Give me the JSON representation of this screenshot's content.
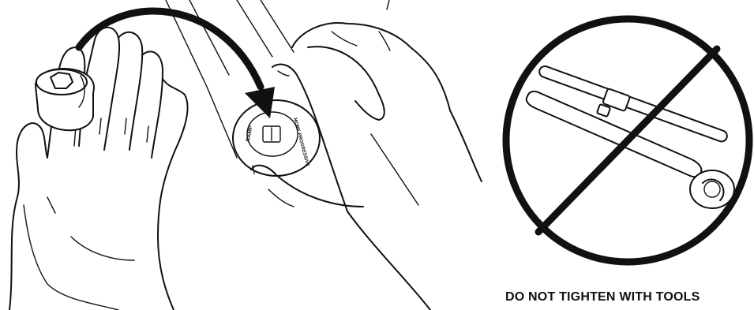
{
  "dial": {
    "ramp_label": "RAMP",
    "progressive_label": "MORE PROGRESSIVE"
  },
  "warning": {
    "caption": "DO NOT TIGHTEN WITH TOOLS"
  },
  "colors": {
    "ink": "#111111",
    "background": "#ffffff"
  },
  "icons": {
    "arrow": "curved-arrow-icon",
    "prohibition": "prohibition-sign-icon",
    "tools": [
      "t-handle-wrench-icon",
      "ratchet-wrench-icon"
    ]
  }
}
